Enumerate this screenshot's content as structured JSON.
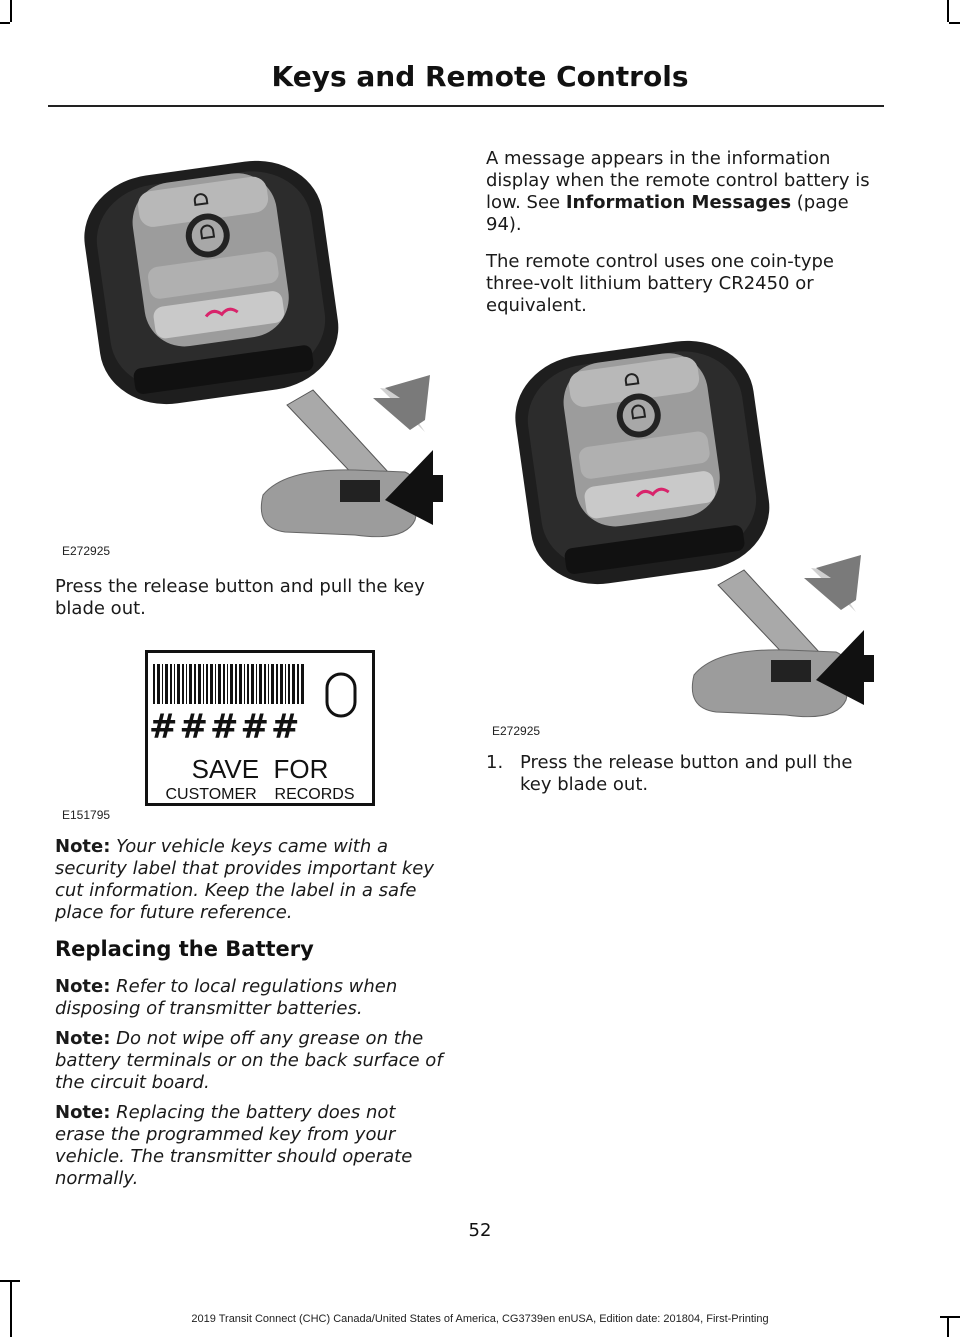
{
  "header": {
    "title": "Keys and Remote Controls"
  },
  "figures": {
    "fob_left_code": "E272925",
    "label_code": "E151795",
    "fob_right_code": "E272925",
    "label": {
      "digits": "#####",
      "line1": "SAVE  FOR",
      "line2": "CUSTOMER    RECORDS"
    }
  },
  "left": {
    "p1": "Press the release button and pull the key blade out.",
    "note1_label": "Note:",
    "note1_text": " Your vehicle keys came with a security label that provides important key cut information.  Keep the label in a safe place for future reference.",
    "heading": "Replacing the Battery",
    "note2_label": "Note:",
    "note2_text": " Refer to local regulations when disposing of transmitter batteries.",
    "note3_label": "Note:",
    "note3_text": " Do not wipe off any grease on the battery terminals or on the back surface of the circuit board.",
    "note4_label": "Note:",
    "note4_text": " Replacing the battery does not erase the programmed key from your vehicle.  The transmitter should operate normally."
  },
  "right": {
    "p1_a": "A message appears in the information display when the remote control battery is low.  See ",
    "p1_link": "Information Messages",
    "p1_b": " (page 94).",
    "p2": "The remote control uses one coin-type three-volt lithium battery CR2450 or equivalent.",
    "step1_num": "1.",
    "step1_text": "Press the release button and pull the key blade out."
  },
  "page_number": "52",
  "footer": "2019 Transit Connect (CHC) Canada/United States of America, CG3739en enUSA, Edition date: 201804, First-Printing"
}
